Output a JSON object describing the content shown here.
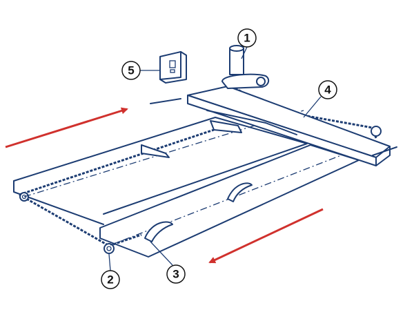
{
  "colors": {
    "line": "#1c3c72",
    "arrow": "#d0312d"
  },
  "callouts": [
    {
      "id": "1",
      "label": "1"
    },
    {
      "id": "2",
      "label": "2"
    },
    {
      "id": "3",
      "label": "3"
    },
    {
      "id": "4",
      "label": "4"
    },
    {
      "id": "5",
      "label": "5"
    }
  ]
}
